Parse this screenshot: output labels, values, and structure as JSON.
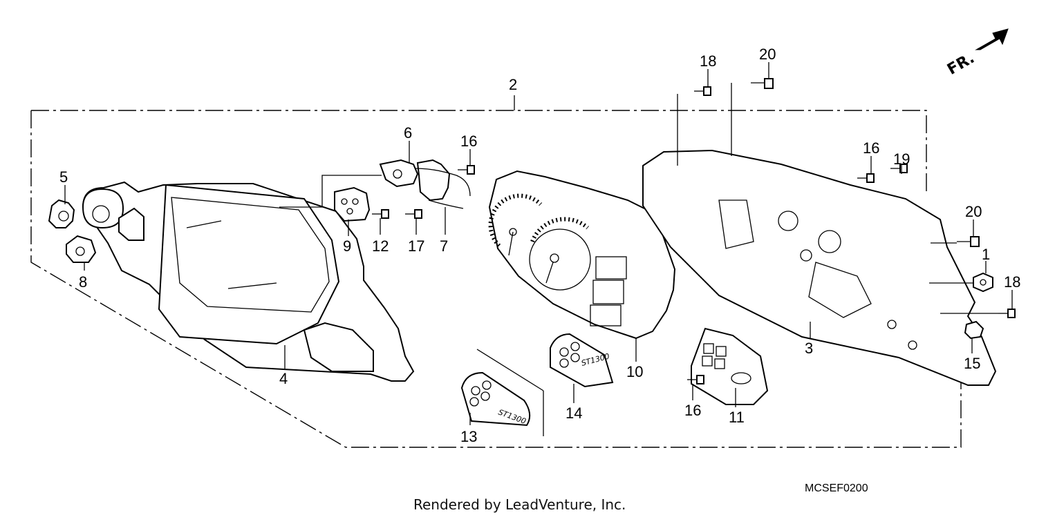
{
  "diagram": {
    "callouts": [
      "2",
      "5",
      "8",
      "4",
      "6",
      "16",
      "9",
      "12",
      "17",
      "7",
      "10",
      "13",
      "14",
      "18",
      "20",
      "16",
      "19",
      "20",
      "1",
      "18",
      "3",
      "15",
      "16",
      "11"
    ],
    "fr_label": "FR.",
    "code": "MCSEF0200",
    "credit": "Rendered by LeadVenture, Inc.",
    "logo_text": "ST1300"
  }
}
